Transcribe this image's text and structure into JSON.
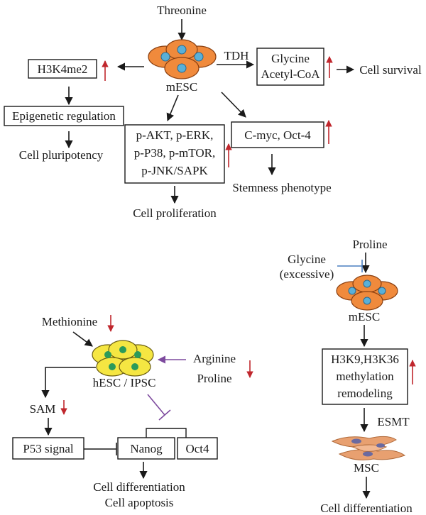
{
  "top_panel": {
    "threonine": "Threonine",
    "cell_label": "mESC",
    "h3k4me2": "H3K4me2",
    "epigenetic": "Epigenetic regulation",
    "pluripotency": "Cell pluripotency",
    "kinases": [
      "p-AKT, p-ERK,",
      "p-P38, p-mTOR,",
      "p-JNK/SAPK"
    ],
    "proliferation": "Cell proliferation",
    "tdh": "TDH",
    "glycine_acetyl": [
      "Glycine",
      "Acetyl-CoA"
    ],
    "survival": "Cell survival",
    "cmyc": "C-myc, Oct-4",
    "stemness": "Stemness phenotype"
  },
  "bottom_left_panel": {
    "methionine": "Methionine",
    "cell_label": "hESC / IPSC",
    "arginine_proline": [
      "Arginine",
      "Proline"
    ],
    "sam": "SAM",
    "p53": "P53 signal",
    "nanog": "Nanog",
    "oct4": "Oct4",
    "outcomes": [
      "Cell differentiation",
      "Cell apoptosis"
    ]
  },
  "bottom_right_panel": {
    "proline": "Proline",
    "glycine": [
      "Glycine",
      "(excessive)"
    ],
    "cell_label": "mESC",
    "histone": [
      "H3K9,H3K36",
      "methylation",
      "remodeling"
    ],
    "esmt": "ESMT",
    "msc": "MSC",
    "differentiation": "Cell differentiation"
  },
  "colors": {
    "arrow": "#1a1a1a",
    "updown_arrow": "#c0272d",
    "inhibit_blue": "#4a7fc1",
    "inhibit_purple": "#7d4a9e",
    "mesc_cell": "#f08a3c",
    "hesc_cell": "#f5e642",
    "msc_cell": "#e8a070"
  }
}
